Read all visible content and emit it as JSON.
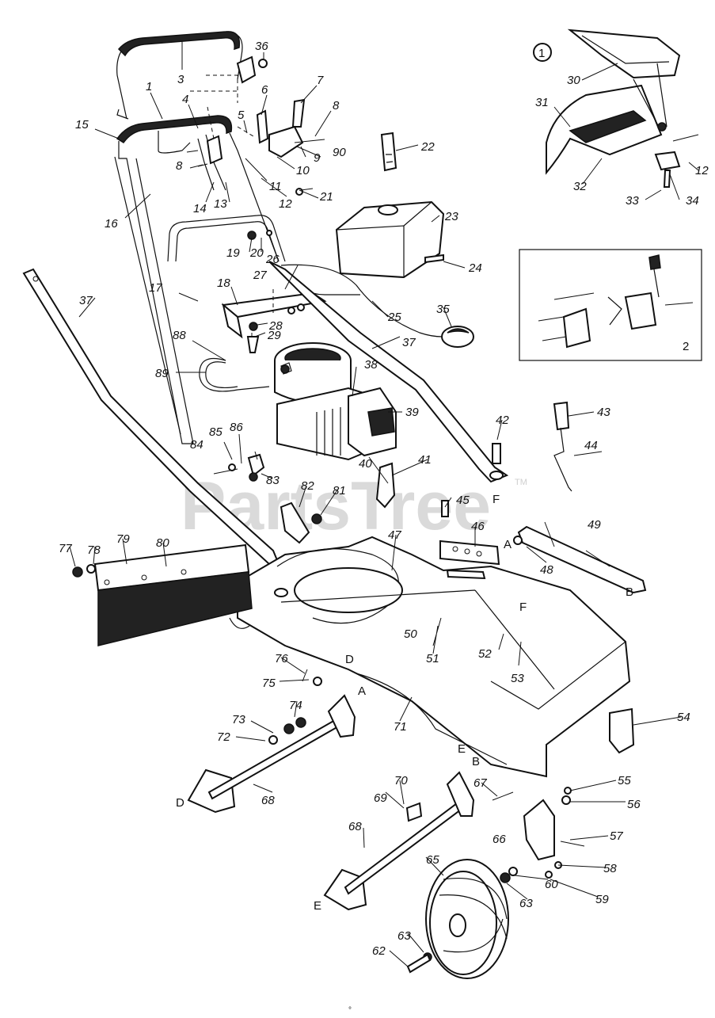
{
  "diagram": {
    "watermark": "PartsTree",
    "watermark_tm": "TM",
    "inset_1_label": "1",
    "inset_2_label": "2",
    "bottom_mark": "°",
    "callouts": [
      {
        "id": "3",
        "text": "3"
      },
      {
        "id": "36",
        "text": "36"
      },
      {
        "id": "1",
        "text": "1"
      },
      {
        "id": "4",
        "text": "4"
      },
      {
        "id": "6",
        "text": "6"
      },
      {
        "id": "7",
        "text": "7"
      },
      {
        "id": "8a",
        "text": "8"
      },
      {
        "id": "5",
        "text": "5"
      },
      {
        "id": "15",
        "text": "15"
      },
      {
        "id": "9",
        "text": "9"
      },
      {
        "id": "90",
        "text": "90"
      },
      {
        "id": "10",
        "text": "10"
      },
      {
        "id": "8b",
        "text": "8"
      },
      {
        "id": "11",
        "text": "11"
      },
      {
        "id": "12a",
        "text": "12"
      },
      {
        "id": "14",
        "text": "14"
      },
      {
        "id": "13",
        "text": "13"
      },
      {
        "id": "16",
        "text": "16"
      },
      {
        "id": "21",
        "text": "21"
      },
      {
        "id": "19",
        "text": "19"
      },
      {
        "id": "20",
        "text": "20"
      },
      {
        "id": "26",
        "text": "26"
      },
      {
        "id": "27",
        "text": "27"
      },
      {
        "id": "17",
        "text": "17"
      },
      {
        "id": "18",
        "text": "18"
      },
      {
        "id": "28",
        "text": "28"
      },
      {
        "id": "29",
        "text": "29"
      },
      {
        "id": "37a",
        "text": "37"
      },
      {
        "id": "88",
        "text": "88"
      },
      {
        "id": "89",
        "text": "89"
      },
      {
        "id": "22",
        "text": "22"
      },
      {
        "id": "23",
        "text": "23"
      },
      {
        "id": "24",
        "text": "24"
      },
      {
        "id": "25",
        "text": "25"
      },
      {
        "id": "35",
        "text": "35"
      },
      {
        "id": "38",
        "text": "38"
      },
      {
        "id": "39",
        "text": "39"
      },
      {
        "id": "37b",
        "text": "37"
      },
      {
        "id": "30",
        "text": "30"
      },
      {
        "id": "31",
        "text": "31"
      },
      {
        "id": "32",
        "text": "32"
      },
      {
        "id": "12b",
        "text": "12"
      },
      {
        "id": "33",
        "text": "33"
      },
      {
        "id": "34",
        "text": "34"
      },
      {
        "id": "42",
        "text": "42"
      },
      {
        "id": "43",
        "text": "43"
      },
      {
        "id": "44",
        "text": "44"
      },
      {
        "id": "84",
        "text": "84"
      },
      {
        "id": "85",
        "text": "85"
      },
      {
        "id": "86",
        "text": "86"
      },
      {
        "id": "83",
        "text": "83"
      },
      {
        "id": "40",
        "text": "40"
      },
      {
        "id": "41",
        "text": "41"
      },
      {
        "id": "82",
        "text": "82"
      },
      {
        "id": "81",
        "text": "81"
      },
      {
        "id": "45",
        "text": "45"
      },
      {
        "id": "46",
        "text": "46"
      },
      {
        "id": "49",
        "text": "49"
      },
      {
        "id": "48",
        "text": "48"
      },
      {
        "id": "47",
        "text": "47"
      },
      {
        "id": "77",
        "text": "77"
      },
      {
        "id": "78",
        "text": "78"
      },
      {
        "id": "79",
        "text": "79"
      },
      {
        "id": "80",
        "text": "80"
      },
      {
        "id": "50",
        "text": "50"
      },
      {
        "id": "51",
        "text": "51"
      },
      {
        "id": "52",
        "text": "52"
      },
      {
        "id": "53",
        "text": "53"
      },
      {
        "id": "76",
        "text": "76"
      },
      {
        "id": "75",
        "text": "75"
      },
      {
        "id": "74",
        "text": "74"
      },
      {
        "id": "73",
        "text": "73"
      },
      {
        "id": "72",
        "text": "72"
      },
      {
        "id": "71",
        "text": "71"
      },
      {
        "id": "54",
        "text": "54"
      },
      {
        "id": "68a",
        "text": "68"
      },
      {
        "id": "70",
        "text": "70"
      },
      {
        "id": "69",
        "text": "69"
      },
      {
        "id": "67",
        "text": "67"
      },
      {
        "id": "55",
        "text": "55"
      },
      {
        "id": "56",
        "text": "56"
      },
      {
        "id": "68b",
        "text": "68"
      },
      {
        "id": "66",
        "text": "66"
      },
      {
        "id": "57",
        "text": "57"
      },
      {
        "id": "65",
        "text": "65"
      },
      {
        "id": "58",
        "text": "58"
      },
      {
        "id": "60",
        "text": "60"
      },
      {
        "id": "59",
        "text": "59"
      },
      {
        "id": "63a",
        "text": "63"
      },
      {
        "id": "63b",
        "text": "63"
      },
      {
        "id": "62",
        "text": "62"
      }
    ],
    "reference_letters": [
      {
        "id": "F1",
        "text": "F"
      },
      {
        "id": "A1",
        "text": "A"
      },
      {
        "id": "B1",
        "text": "B"
      },
      {
        "id": "F2",
        "text": "F"
      },
      {
        "id": "D1",
        "text": "D"
      },
      {
        "id": "A2",
        "text": "A"
      },
      {
        "id": "E1",
        "text": "E"
      },
      {
        "id": "B2",
        "text": "B"
      },
      {
        "id": "D2",
        "text": "D"
      },
      {
        "id": "E2",
        "text": "E"
      }
    ]
  }
}
